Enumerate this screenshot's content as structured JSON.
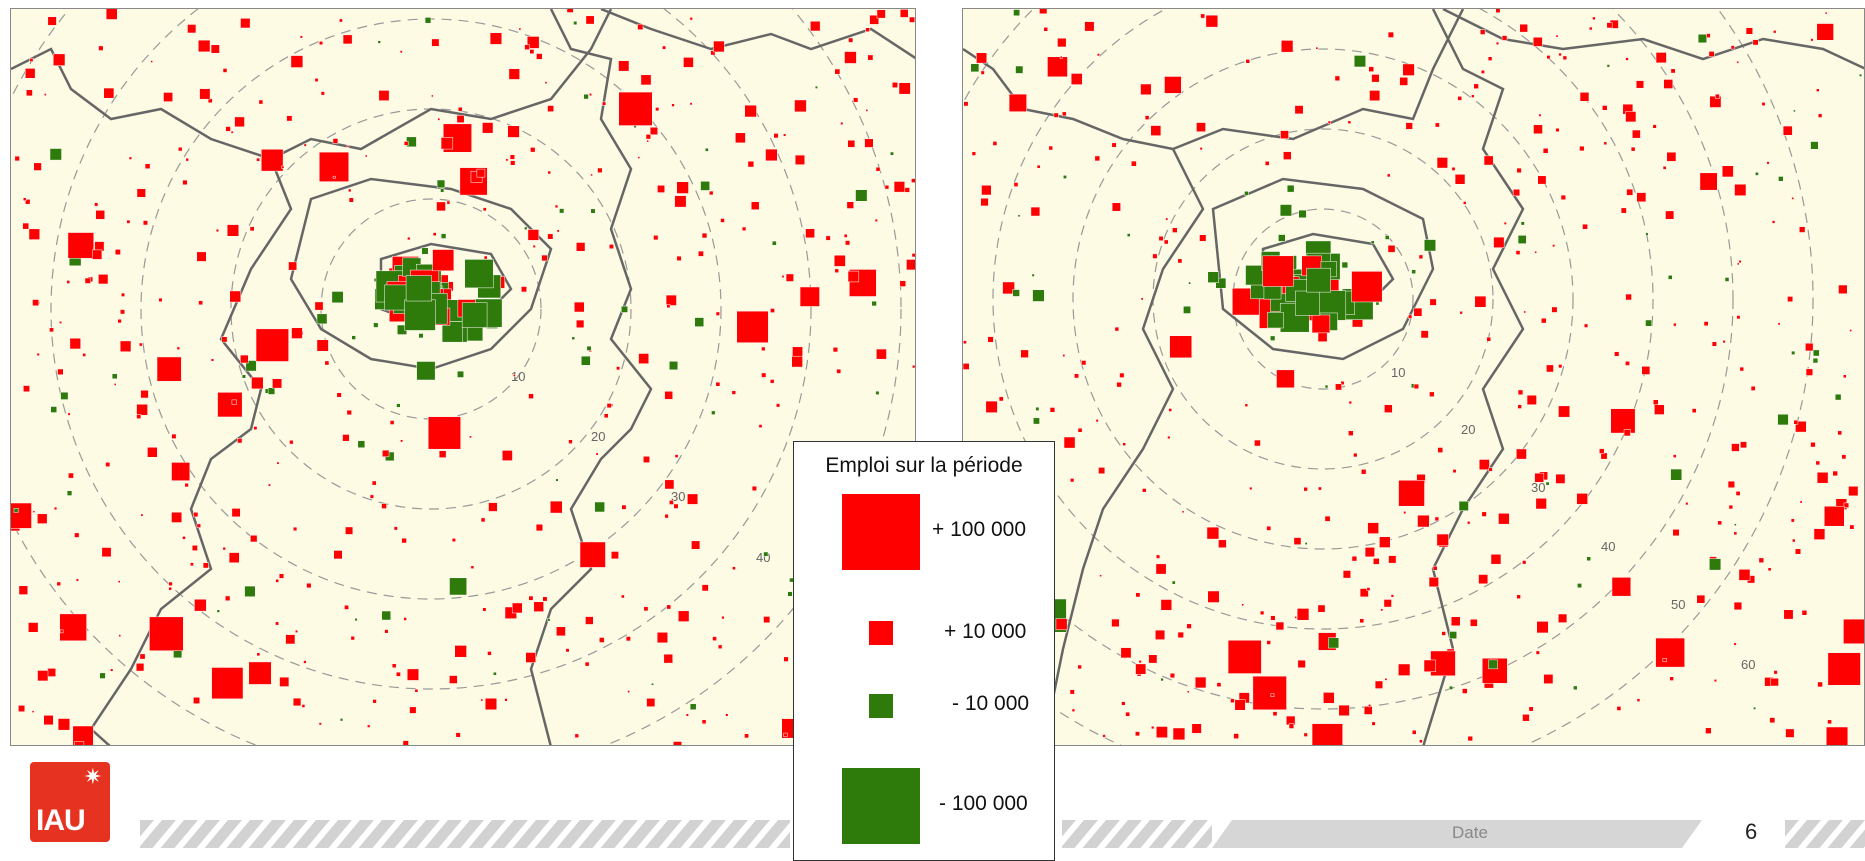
{
  "maps": {
    "left": {
      "ring_labels": [
        "10",
        "20",
        "30",
        "40"
      ]
    },
    "right": {
      "ring_labels": [
        "10",
        "20",
        "30",
        "40",
        "50",
        "60"
      ]
    }
  },
  "legend": {
    "title": "Emploi sur la période",
    "items": [
      {
        "label": "+ 100 000",
        "color": "#ff0000",
        "value": 100000
      },
      {
        "label": "+ 10 000",
        "color": "#ff0000",
        "value": 10000
      },
      {
        "label": "- 10 000",
        "color": "#2e7a0a",
        "value": -10000
      },
      {
        "label": "- 100 000",
        "color": "#2e7a0a",
        "value": -100000
      }
    ]
  },
  "colors": {
    "gain": "#ff0000",
    "loss": "#2e7a0a",
    "background": "#fdfbe3",
    "brand": "#e63220"
  },
  "footer": {
    "logo_text": "IAU",
    "date_label": "Date",
    "page_number": "6"
  }
}
